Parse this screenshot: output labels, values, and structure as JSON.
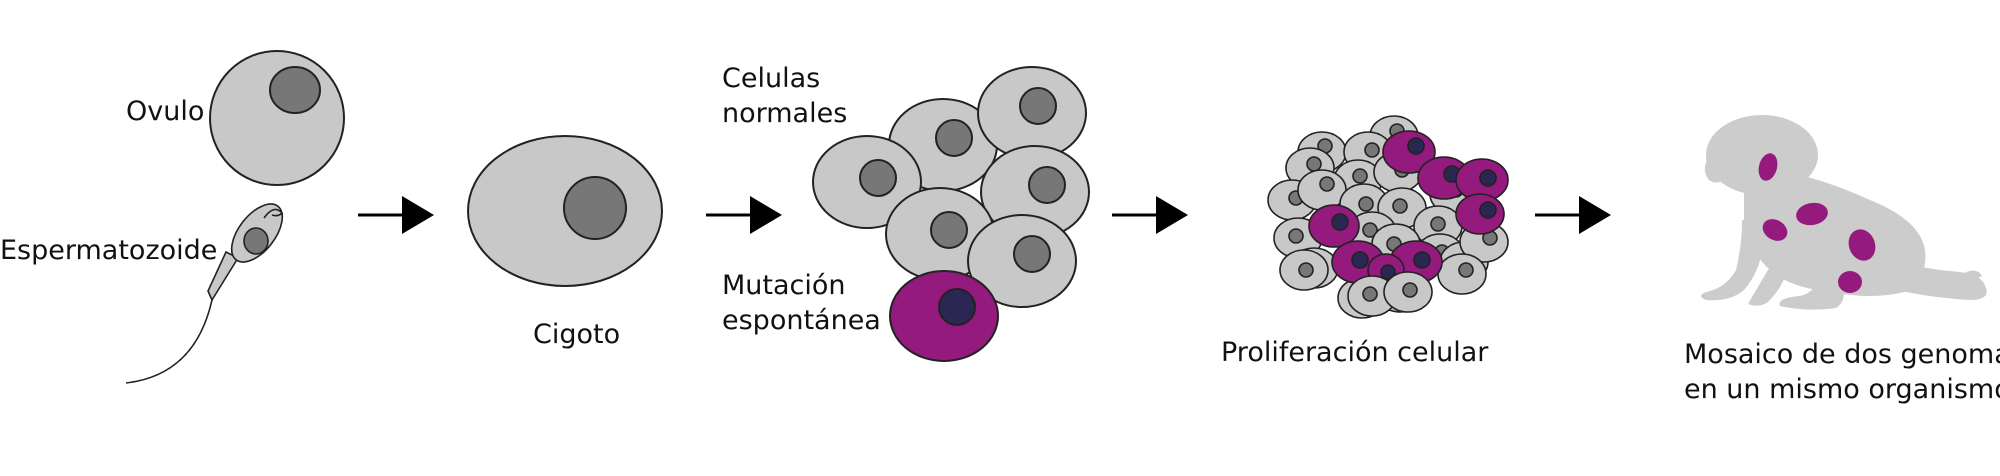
{
  "labels": {
    "ovulo": "Ovulo",
    "espermatozoide": "Espermatozoide",
    "cigoto": "Cigoto",
    "celulas_line1": "Celulas",
    "celulas_line2": "normales",
    "mutacion_line1": "Mutación",
    "mutacion_line2": "espontánea",
    "proliferacion": "Proliferación celular",
    "mosaico_line1": "Mosaico de dos genomas",
    "mosaico_line2": "en un mismo organismo"
  },
  "colors": {
    "cell_fill": "#c8c8c8",
    "nucleus_fill": "#777777",
    "mutant_fill": "#951a7e",
    "mutant_nucleus": "#2b2755",
    "baby_fill": "#cccccc",
    "arrow": "#000000"
  }
}
